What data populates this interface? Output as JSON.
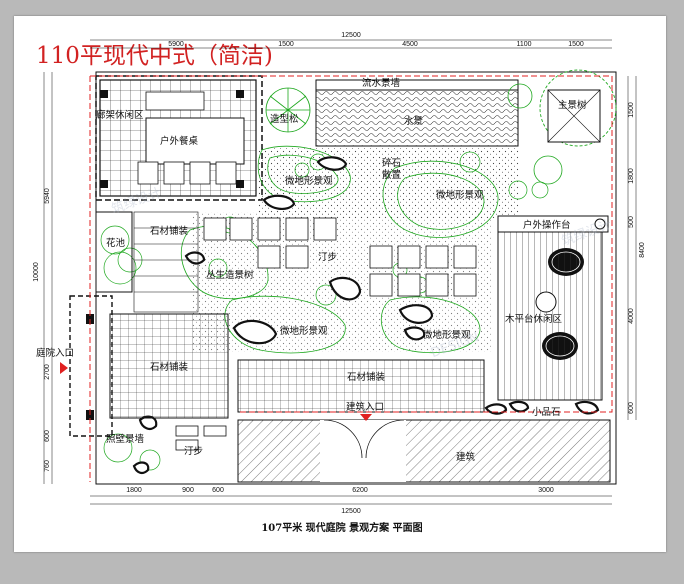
{
  "title": "110平现代中式（简洁)",
  "caption": "107平米  现代庭院  景观方案  平面图",
  "watermarks": [
    "筑绿设计",
    "DESIGN"
  ],
  "labels": {
    "pergola": "廊架休闲区",
    "outdoor_dining": "户外餐桌",
    "topiary_pine": "造型松",
    "water_wall": "流水景墙",
    "water_feature": "水景",
    "main_tree": "主景树",
    "gravel": "碎石\n散置",
    "micro_terrain_1": "微地形景观",
    "micro_terrain_2": "微地形景观",
    "micro_terrain_3": "微地形景观",
    "micro_terrain_4": "微地形景观",
    "flower_pool": "花池",
    "stone_paving_1": "石材铺装",
    "stone_paving_2": "石材铺装",
    "stone_paving_3": "石材铺装",
    "stepping_1": "汀步",
    "stepping_2": "汀步",
    "cluster_tree": "丛生造景树",
    "outdoor_console": "户外操作台",
    "deck_area": "木平台休闲区",
    "small_feature": "小品石",
    "courtyard_entry": "庭院入口",
    "building_entry": "建筑入口",
    "screen_wall": "照壁景墙",
    "building": "建筑"
  },
  "dimensions": {
    "top": [
      "5900",
      "1500",
      "4500",
      "1100",
      "1500"
    ],
    "top_total": "12500",
    "bottom": [
      "1800",
      "900",
      "600",
      "6200",
      "3000"
    ],
    "bottom_total": "12500",
    "left": [
      "5940",
      "2700",
      "600",
      "760"
    ],
    "left_total": "10000",
    "right": [
      "1500",
      "1800",
      "500",
      "4000",
      "600"
    ],
    "right_total": "8400"
  },
  "colors": {
    "title": "#d22222",
    "plant_green": "#1fa81f",
    "boundary_red": "#e02020",
    "line": "#111111"
  }
}
